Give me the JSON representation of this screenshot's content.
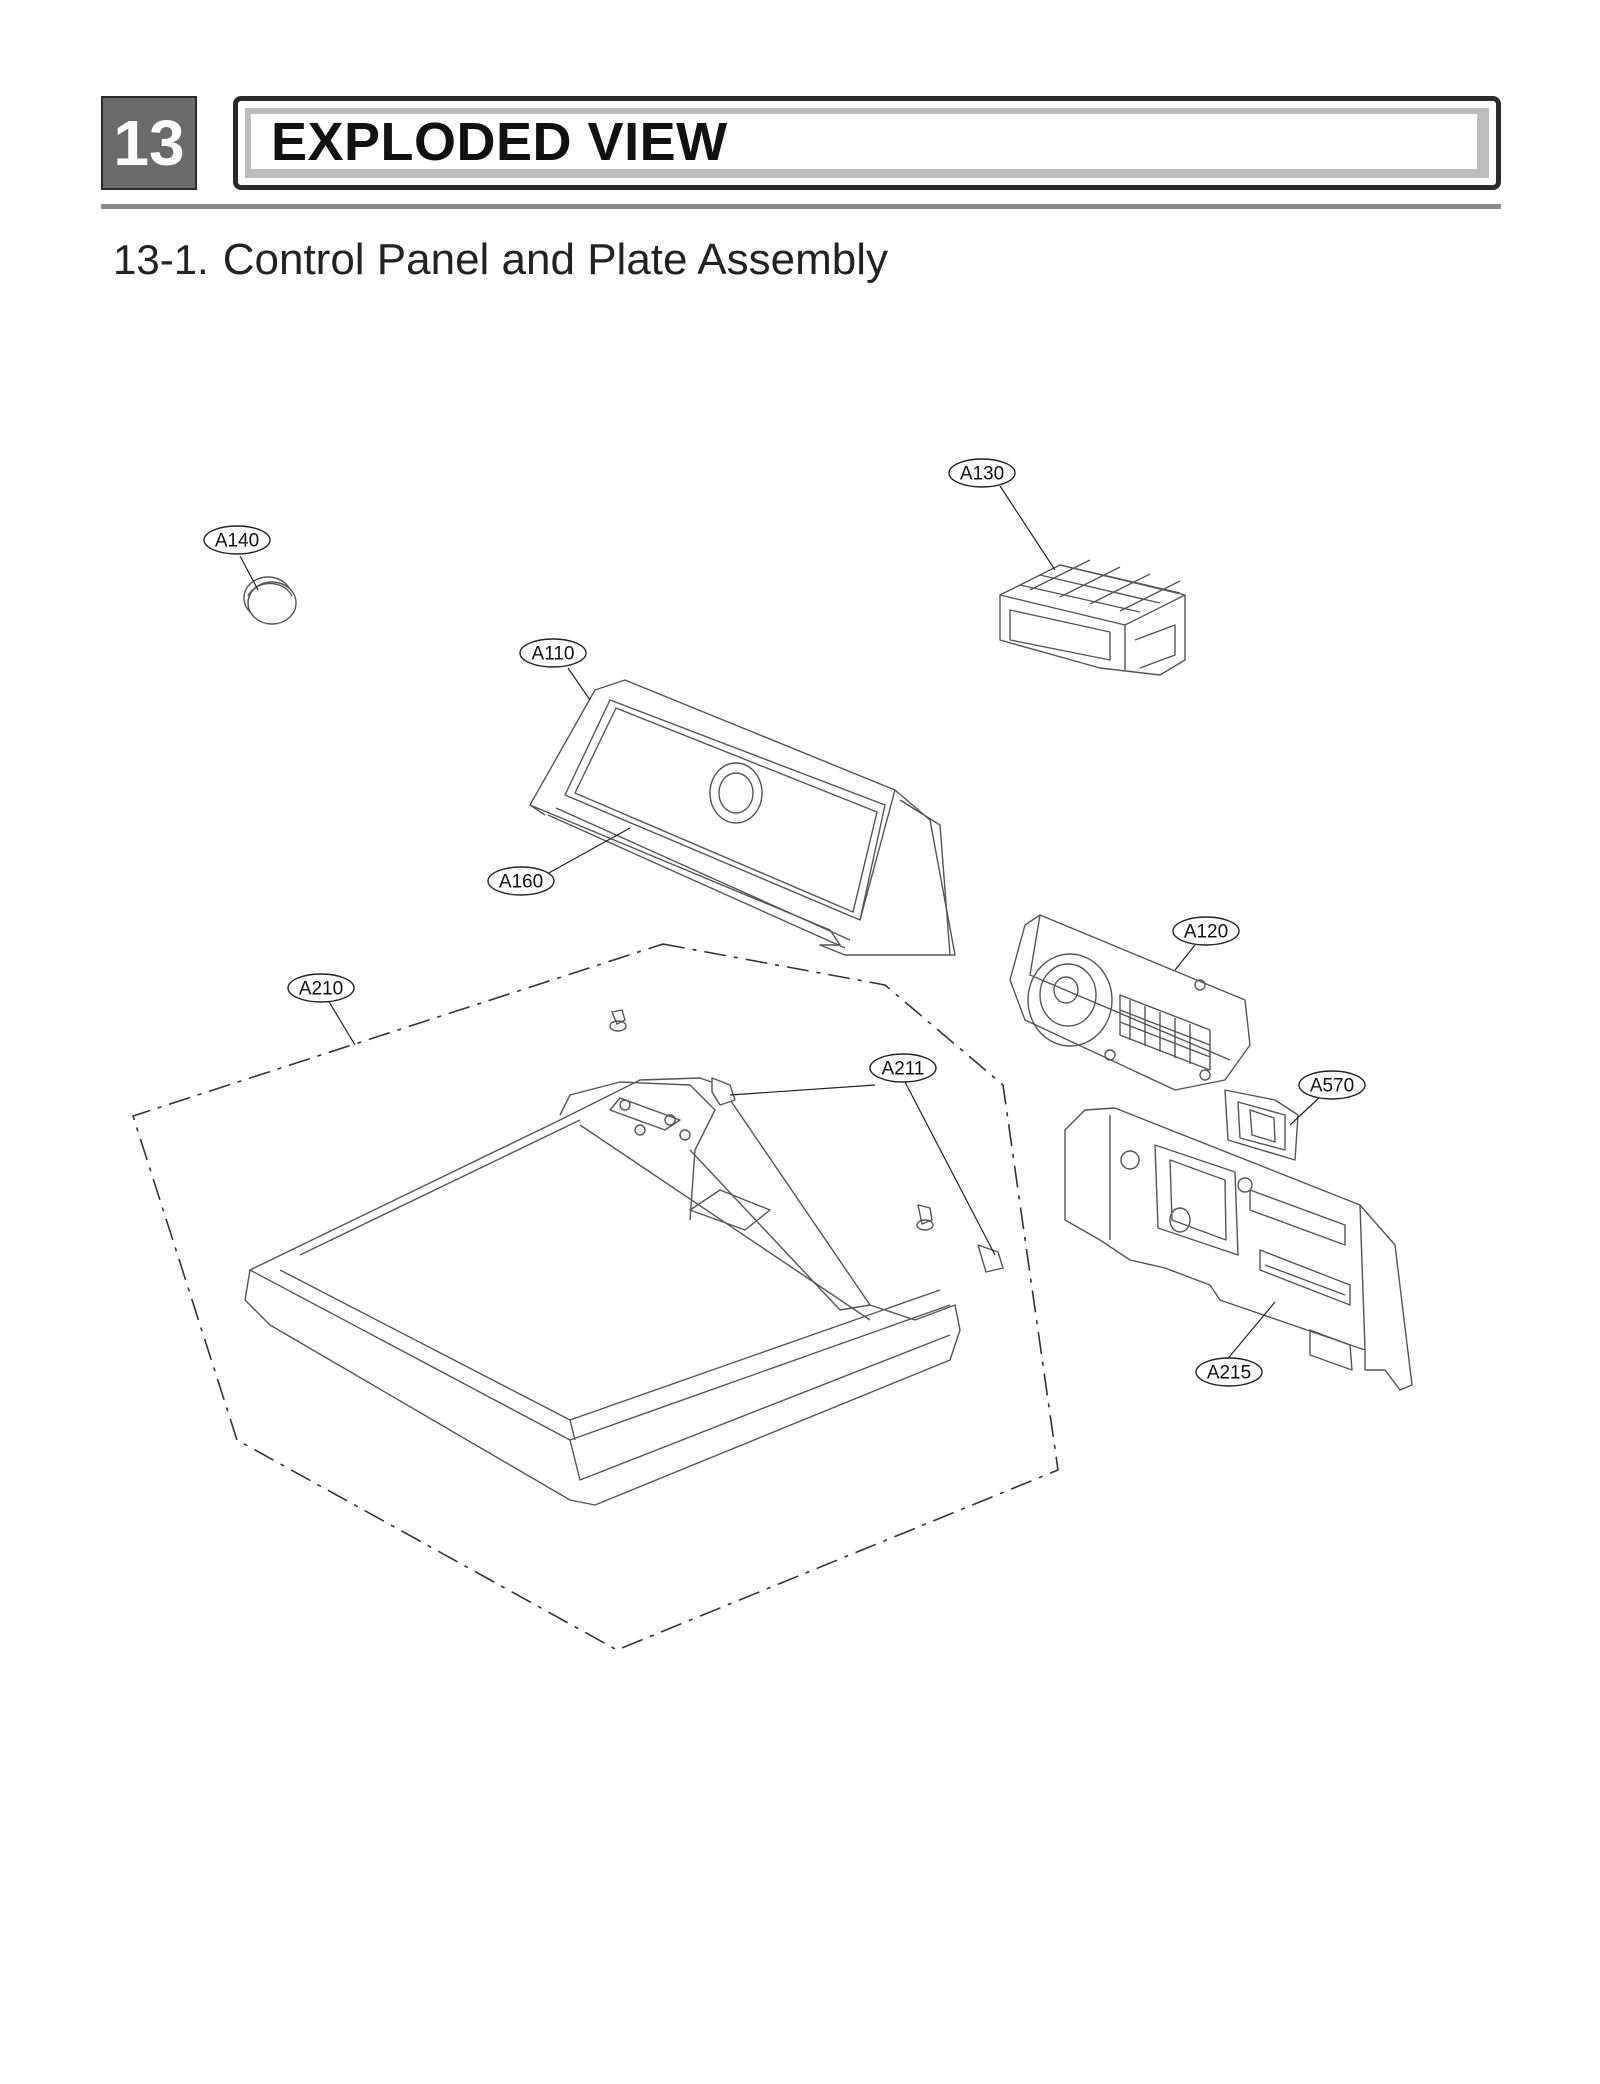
{
  "header": {
    "chapter_number": "13",
    "chapter_title": "EXPLODED VIEW"
  },
  "section": {
    "number": "13-1.",
    "title": "Control Panel and Plate Assembly"
  },
  "callouts": [
    {
      "id": "A130"
    },
    {
      "id": "A140"
    },
    {
      "id": "A110"
    },
    {
      "id": "A160"
    },
    {
      "id": "A120"
    },
    {
      "id": "A210"
    },
    {
      "id": "A211"
    },
    {
      "id": "A570"
    },
    {
      "id": "A215"
    }
  ],
  "colors": {
    "chapter_box": "#6b6b6b",
    "frame": "#2a2a2a",
    "line": "#333333"
  }
}
